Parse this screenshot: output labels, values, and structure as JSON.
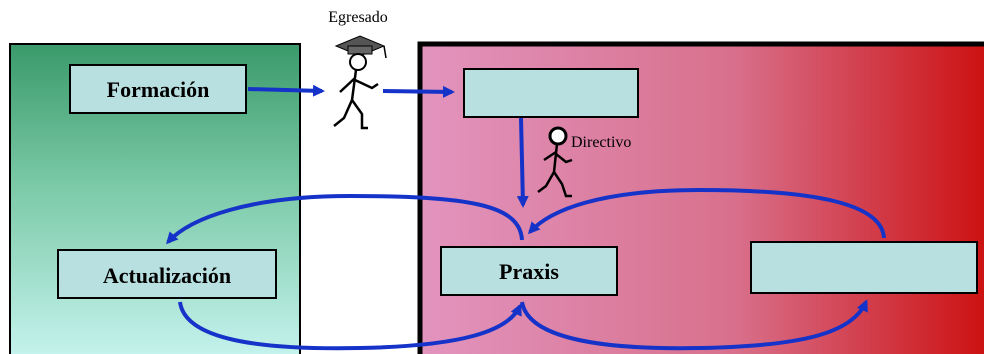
{
  "labels": {
    "egresado": "Egresado",
    "directivo": "Directivo"
  },
  "boxes": {
    "formacion": "Formación",
    "actualizacion": "Actualización",
    "praxis": "Praxis",
    "top_right_empty": "",
    "right_empty": ""
  },
  "colors": {
    "left_panel_top": "#3a9a6a",
    "left_panel_bottom": "#c8f4f0",
    "right_panel_left": "#e294be",
    "right_panel_right": "#cc1010",
    "box_fill": "#b8e0e0",
    "arrow": "#1533c8"
  },
  "icons": {
    "egresado_figure": "graduate-stick-figure-icon",
    "directivo_figure": "walking-stick-figure-icon"
  }
}
